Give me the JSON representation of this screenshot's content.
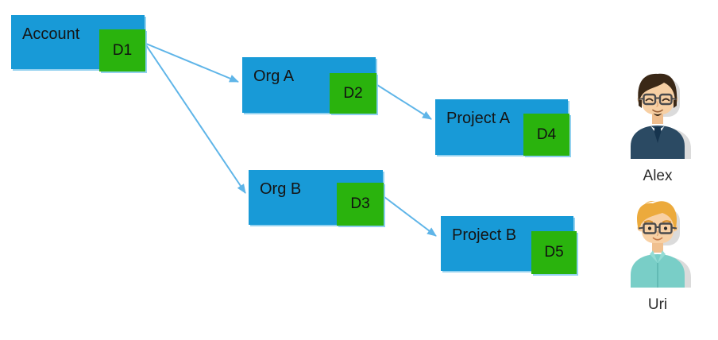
{
  "diagram": {
    "nodes": [
      {
        "key": "account",
        "label": "Account",
        "badge": "D1"
      },
      {
        "key": "org-a",
        "label": "Org A",
        "badge": "D2"
      },
      {
        "key": "project-a",
        "label": "Project A",
        "badge": "D4"
      },
      {
        "key": "org-b",
        "label": "Org B",
        "badge": "D3"
      },
      {
        "key": "project-b",
        "label": "Project B",
        "badge": "D5"
      }
    ],
    "edges": [
      {
        "from": "Account (D1)",
        "to": "Org A"
      },
      {
        "from": "Account (D1)",
        "to": "Org B"
      },
      {
        "from": "Org A (D2)",
        "to": "Project A"
      },
      {
        "from": "Org B (D3)",
        "to": "Project B"
      }
    ],
    "colors": {
      "node_blue": "#189AD7",
      "badge_green": "#2AB30D",
      "arrow_blue": "#5FB5E8",
      "shadow_light_blue": "#7FC9EC"
    }
  },
  "users": [
    {
      "name": "Alex"
    },
    {
      "name": "Uri"
    }
  ]
}
